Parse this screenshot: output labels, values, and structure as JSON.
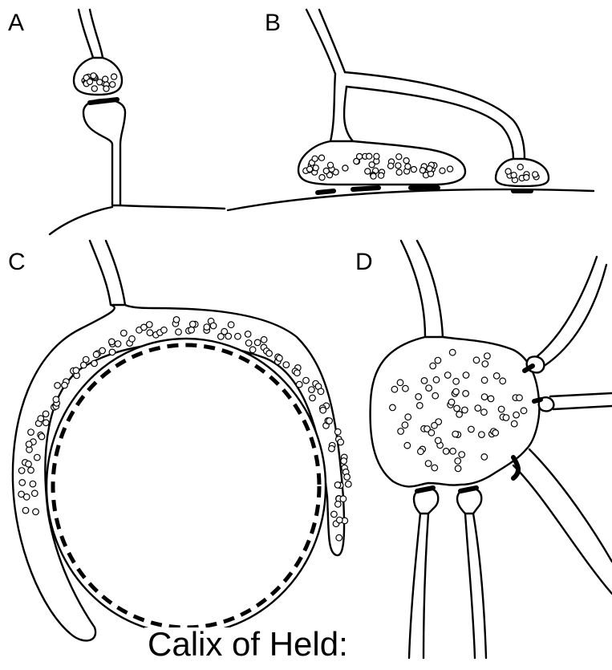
{
  "panels": [
    {
      "id": "a",
      "label": "A"
    },
    {
      "id": "b",
      "label": "B"
    },
    {
      "id": "c",
      "label": "C"
    },
    {
      "id": "d",
      "label": "D"
    }
  ],
  "caption": "Calix of Held:"
}
